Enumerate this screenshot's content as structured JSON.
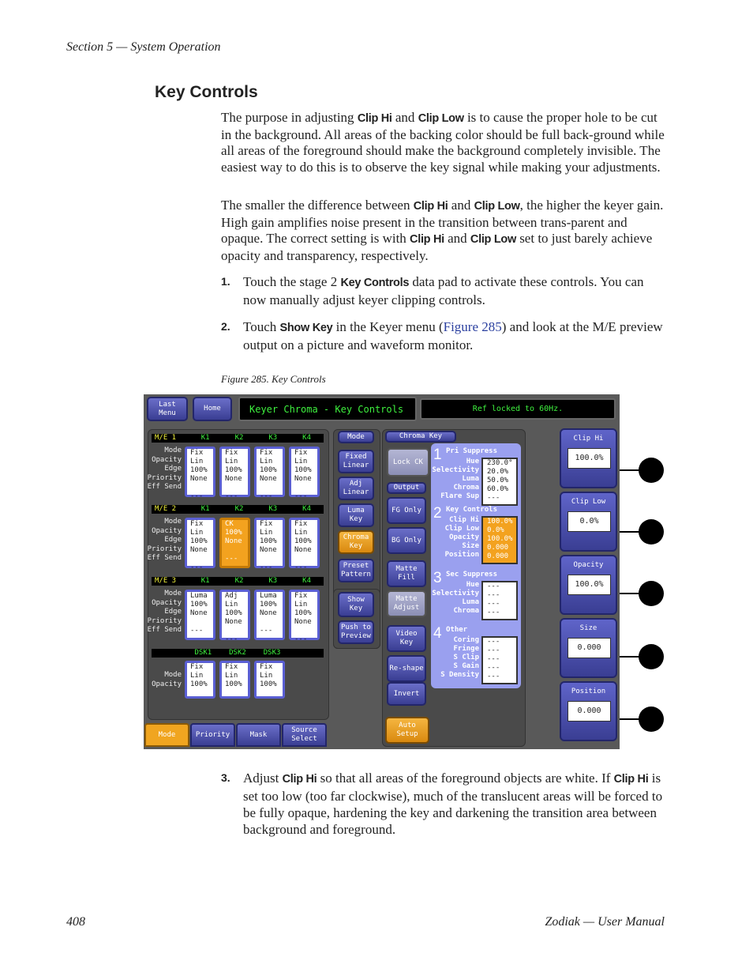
{
  "header": {
    "section": "Section 5 — System Operation"
  },
  "heading": "Key Controls",
  "p1": {
    "a": "The purpose in adjusting ",
    "kw1": "Clip Hi",
    "b": " and ",
    "kw2": "Clip Low",
    "c": " is to cause the proper hole to be cut in the background. All areas of the backing color should be full back-ground while all areas of the foreground should make the background completely invisible. The easiest way to do this is to observe the key signal while making your adjustments."
  },
  "p2": {
    "a": "The smaller the difference between ",
    "kw1": "Clip Hi",
    "b": " and ",
    "kw2": "Clip Low",
    "c": ", the higher the keyer gain. High gain amplifies noise present in the transition between trans-parent and opaque. The correct setting is with ",
    "kw3": "Clip Hi",
    "d": " and ",
    "kw4": "Clip Low",
    "e": " set to just barely achieve opacity and transparency, respectively."
  },
  "step1": {
    "num": "1.",
    "a": "Touch the stage 2 ",
    "kw": "Key Controls",
    "b": " data pad to activate these controls. You can now manually adjust keyer clipping controls."
  },
  "step2": {
    "num": "2.",
    "a": "Touch ",
    "kw": "Show Key",
    "b": " in the Keyer menu (",
    "link": "Figure 285",
    "c": ") and look at the M/E preview output on a picture and waveform monitor."
  },
  "caption": "Figure 285.  Key Controls",
  "figure": {
    "last_menu": "Last Menu",
    "home": "Home",
    "title": "Keyer Chroma - Key Controls",
    "status": "Ref locked to 60Hz.",
    "me_rows": [
      {
        "name": "M/E 1",
        "keys": [
          "K1",
          "K2",
          "K3",
          "K4"
        ],
        "labels": [
          "Mode",
          "Opacity",
          "Edge",
          "Priority",
          "Eff Send"
        ],
        "cells": [
          [
            "Fix Lin",
            "100%",
            "None",
            "---"
          ],
          [
            "Fix Lin",
            "100%",
            "None",
            "---"
          ],
          [
            "Fix Lin",
            "100%",
            "None",
            "---"
          ],
          [
            "Fix Lin",
            "100%",
            "None",
            "---"
          ]
        ]
      },
      {
        "name": "M/E 2",
        "keys": [
          "K1",
          "K2",
          "K3",
          "K4"
        ],
        "labels": [
          "Mode",
          "Opacity",
          "Edge",
          "Priority",
          "Eff Send"
        ],
        "cells": [
          [
            "Fix Lin",
            "100%",
            "None",
            "---"
          ],
          [
            "CK",
            "100%",
            "None",
            "---"
          ],
          [
            "Fix Lin",
            "100%",
            "None",
            "---"
          ],
          [
            "Fix Lin",
            "100%",
            "None",
            "---"
          ]
        ]
      },
      {
        "name": "M/E 3",
        "keys": [
          "K1",
          "K2",
          "K3",
          "K4"
        ],
        "labels": [
          "Mode",
          "Opacity",
          "Edge",
          "Priority",
          "Eff Send"
        ],
        "cells": [
          [
            "Luma",
            "100%",
            "None",
            "---"
          ],
          [
            "Adj Lin",
            "100%",
            "None",
            "---"
          ],
          [
            "Luma",
            "100%",
            "None",
            "---"
          ],
          [
            "Fix Lin",
            "100%",
            "None",
            "---"
          ]
        ]
      }
    ],
    "dsk": {
      "keys": [
        "DSK1",
        "DSK2",
        "DSK3"
      ],
      "labels": [
        "Mode",
        "Opacity"
      ],
      "cells": [
        [
          "Fix Lin",
          "100%"
        ],
        [
          "Fix Lin",
          "100%"
        ],
        [
          "Fix Lin",
          "100%"
        ]
      ]
    },
    "mode_label": "Mode",
    "mode_buttons": [
      "Fixed Linear",
      "Adj Linear",
      "Luma Key",
      "Chroma Key",
      "Preset Pattern"
    ],
    "show_key": "Show Key",
    "push_to_preview": "Push to Preview",
    "lock_ck": "Lock CK",
    "output_label": "Output",
    "output_buttons": [
      "FG Only",
      "BG Only",
      "Matte Fill",
      "Matte Adjust",
      "Video Key",
      "Re-shape",
      "Invert"
    ],
    "auto_setup": "Auto Setup",
    "chroma_key_label": "Chroma Key",
    "sections": [
      {
        "num": "1",
        "title": "Pri Suppress",
        "labels": [
          "Hue",
          "Selectivity",
          "Luma",
          "Chroma",
          "Flare Sup"
        ],
        "values": [
          "230.0°",
          "20.0%",
          "50.0%",
          "60.0%",
          "---"
        ]
      },
      {
        "num": "2",
        "title": "Key Controls",
        "labels": [
          "Clip Hi",
          "Clip Low",
          "Opacity",
          "Size",
          "Position"
        ],
        "values": [
          "100.0%",
          "0.0%",
          "100.0%",
          "0.000",
          "0.000"
        ]
      },
      {
        "num": "3",
        "title": "Sec Suppress",
        "labels": [
          "Hue",
          "Selectivity",
          "Luma",
          "Chroma"
        ],
        "values": [
          "---",
          "---",
          "---",
          "---"
        ]
      },
      {
        "num": "4",
        "title": "Other",
        "labels": [
          "Coring",
          "Fringe",
          "S Clip",
          "S Gain",
          "S Density"
        ],
        "values": [
          "---",
          "---",
          "---",
          "---",
          "---"
        ]
      }
    ],
    "side_controls": [
      {
        "title": "Clip Hi",
        "value": "100.0%"
      },
      {
        "title": "Clip Low",
        "value": "0.0%"
      },
      {
        "title": "Opacity",
        "value": "100.0%"
      },
      {
        "title": "Size",
        "value": "0.000"
      },
      {
        "title": "Position",
        "value": "0.000"
      }
    ],
    "tabs": [
      "Mode",
      "Priority",
      "Mask",
      "Source Select"
    ]
  },
  "step3": {
    "num": "3.",
    "a": "Adjust ",
    "kw": "Clip Hi",
    "b": " so that all areas of the foreground objects are white. If ",
    "kw2": "Clip Hi",
    "c": " is set too low (too far clockwise), much of the translucent areas will be forced to be fully opaque, hardening the key and darkening the transition area between background and foreground."
  },
  "footer": {
    "page": "408",
    "title": "Zodiak — User Manual"
  }
}
